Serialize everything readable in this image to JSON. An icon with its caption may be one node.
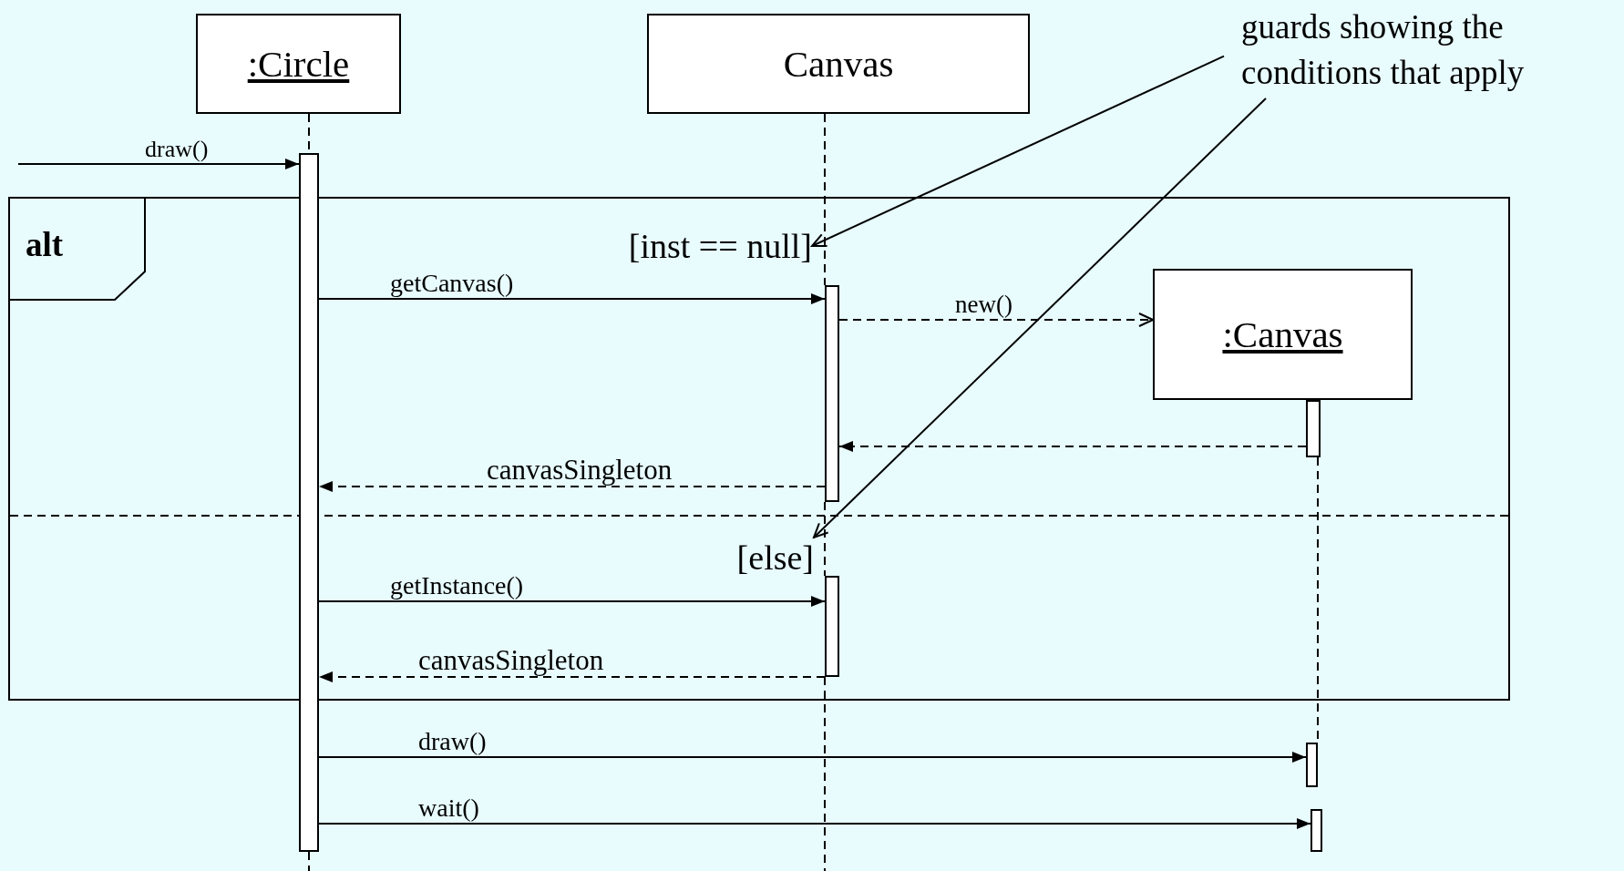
{
  "diagram": {
    "nodes": [
      {
        "text": [
          ":Circle"
        ]
      },
      {
        "text": [
          "Canvas"
        ]
      },
      {
        "text": [
          "alt"
        ]
      },
      {
        "text": [
          ":Canvas"
        ],
        "in": 2
      },
      {
        "text": [],
        "shape": "bar"
      },
      {
        "text": [],
        "shape": "bar",
        "in": 2
      },
      {
        "text": [],
        "shape": "bar",
        "in": 2
      },
      {
        "text": [],
        "shape": "bar",
        "in": 2
      },
      {
        "text": [],
        "shape": "bar"
      },
      {
        "text": [],
        "shape": "bar"
      },
      {
        "text": [
          "[inst == null]"
        ],
        "in": 2
      },
      {
        "text": [
          "[else]"
        ],
        "in": 2
      },
      {
        "text": [
          "guards showing the conditions that apply"
        ]
      }
    ],
    "edges": [
      {
        "from": null,
        "to": 4,
        "arrow": "to",
        "label": "draw()"
      },
      {
        "from": 4,
        "to": 5,
        "arrow": "to",
        "label": "getCanvas()"
      },
      {
        "from": 5,
        "to": 3,
        "arrow": "to",
        "label": "new()",
        "style": "dashed"
      },
      {
        "from": 6,
        "to": 5,
        "arrow": "to",
        "style": "dashed"
      },
      {
        "from": 5,
        "to": 4,
        "arrow": "to",
        "label": "canvasSingleton",
        "style": "dashed"
      },
      {
        "from": 4,
        "to": 7,
        "arrow": "to",
        "label": "getInstance()"
      },
      {
        "from": 7,
        "to": 4,
        "arrow": "to",
        "label": "canvasSingleton",
        "style": "dashed"
      },
      {
        "from": 4,
        "to": 8,
        "arrow": "to",
        "label": "draw()"
      },
      {
        "from": 4,
        "to": 9,
        "arrow": "to",
        "label": "wait()"
      },
      {
        "from": 12,
        "to": 10,
        "arrow": "to"
      },
      {
        "from": 12,
        "to": 11,
        "arrow": "to"
      },
      {
        "from": 0,
        "to": 4,
        "arrow": "none",
        "style": "dashed"
      },
      {
        "from": 4,
        "to": null,
        "arrow": "none",
        "style": "dashed"
      },
      {
        "from": 1,
        "to": 5,
        "arrow": "none",
        "style": "dashed"
      },
      {
        "from": 5,
        "to": 7,
        "arrow": "none",
        "style": "dashed"
      },
      {
        "from": 7,
        "to": null,
        "arrow": "none",
        "style": "dashed"
      },
      {
        "from": 6,
        "to": 8,
        "arrow": "none",
        "style": "dashed"
      }
    ]
  }
}
